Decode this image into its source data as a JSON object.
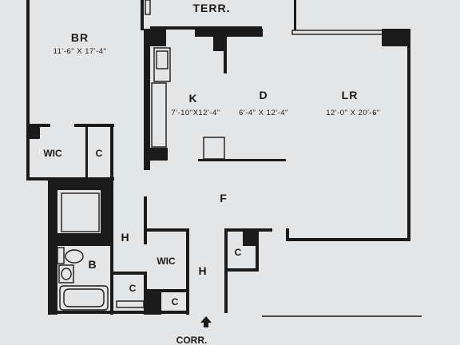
{
  "rooms": {
    "terrace": {
      "name": "TERR."
    },
    "bedroom": {
      "name": "BR",
      "dims": "11'-6\" X 17'-4\""
    },
    "kitchen": {
      "name": "K",
      "dims": "7'-10\"X12'-4\""
    },
    "dining": {
      "name": "D",
      "dims": "6'-4\" X 12'-4\""
    },
    "living": {
      "name": "LR",
      "dims": "12'-0\" X 20'-6\""
    },
    "foyer": {
      "name": "F"
    },
    "hall_upper": {
      "name": "H"
    },
    "hall_lower": {
      "name": "H"
    },
    "bath": {
      "name": "B"
    },
    "wic_bedroom": {
      "name": "WIC"
    },
    "wic_hall": {
      "name": "WIC"
    },
    "closet_bedroom": {
      "name": "C"
    },
    "closet_bath": {
      "name": "C"
    },
    "closet_hall": {
      "name": "C"
    },
    "closet_foyer": {
      "name": "C"
    }
  },
  "corridor": {
    "label": "CORR."
  },
  "icons": {
    "entry": "entry-arrow-icon"
  }
}
